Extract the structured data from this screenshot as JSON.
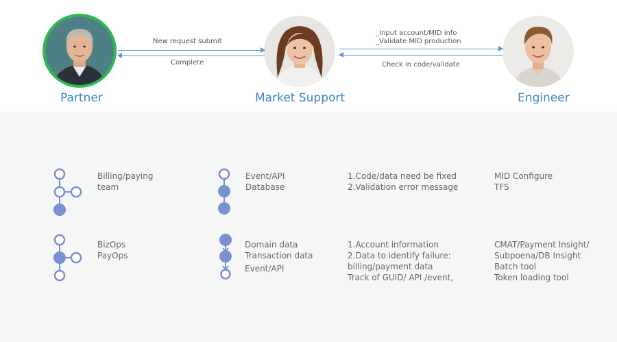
{
  "colors": {
    "accent": "#3d86c6",
    "node_fill": "#7b8fd3",
    "node_stroke": "#7b8fd3",
    "partner_ring": "#2dba4e",
    "arrow": "#5c95cf"
  },
  "roles": {
    "partner": "Partner",
    "market_support": "Market Support",
    "engineer": "Engineer"
  },
  "flows": {
    "partner_to_support": "New request submit",
    "support_to_partner": "Complete",
    "support_to_engineer": [
      "_Input account/MID info",
      "_Validate MID production"
    ],
    "engineer_to_support": "Check in code/validate"
  },
  "rows": [
    {
      "team": [
        "Billing/paying",
        "team"
      ],
      "data": [
        "Event/API",
        "Database"
      ],
      "issues": [
        "1.Code/data need be fixed",
        "2.Validation error message"
      ],
      "tools": [
        "MID Configure",
        "TFS"
      ]
    },
    {
      "team": [
        "BizOps",
        "PayOps"
      ],
      "data": [
        "Domain data",
        "Transaction data",
        "Event/API"
      ],
      "issues": [
        "1.Account information",
        "2.Data to identify failure:",
        "billing/payment data",
        "Track of GUID/ API /event,"
      ],
      "tools": [
        "CMAT/Payment Insight/",
        "Subpoena/DB Insight",
        "Batch tool",
        "Token loading tool"
      ]
    }
  ]
}
